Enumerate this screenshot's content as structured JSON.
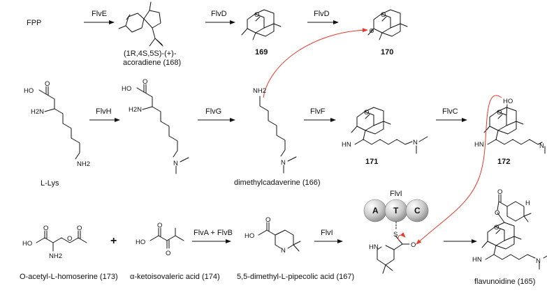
{
  "row1": {
    "fpp": "FPP",
    "enzyme1": "FlvE",
    "enzyme2": "FlvD",
    "enzyme3": "FlvD",
    "acoradiene_line1": "(1R,4S,5S)-(+)-",
    "acoradiene_line2": "acoradiene (168)",
    "cmpd169": "169",
    "cmpd170": "170"
  },
  "row2": {
    "lys_label": "L-Lys",
    "enzyme_h": "FlvH",
    "enzyme_g": "FlvG",
    "enzyme_f": "FlvF",
    "enzyme_c": "FlvC",
    "dmc_label": "dimethylcadaverine (166)",
    "cmpd171": "171",
    "cmpd172": "172"
  },
  "row3": {
    "oah_label": "O-acetyl-L-homoserine (173)",
    "plus": "+",
    "kiva_label": "α-ketoisovaleric acid (174)",
    "enzyme_ab": "FlvA + FlvB",
    "dmp_label": "5,5-dimethyl-L-pipecolic acid (167)",
    "enzyme_i": "FlvI",
    "flvi_title": "FlvI",
    "domain_a": "A",
    "domain_t": "T",
    "domain_c": "C",
    "product_label": "flavunoidine (165)"
  },
  "atoms": {
    "ho": "HO",
    "o": "O",
    "nh2": "NH2",
    "h2n": "H2N",
    "n": "N",
    "hn": "HN",
    "nh": "NH",
    "s": "S",
    "oh": "HO",
    "plus_charge": "⊕",
    "h_small": "H"
  },
  "colors": {
    "curly_arrow": "#e8392b",
    "domain_sphere": "#bdbdbd"
  }
}
